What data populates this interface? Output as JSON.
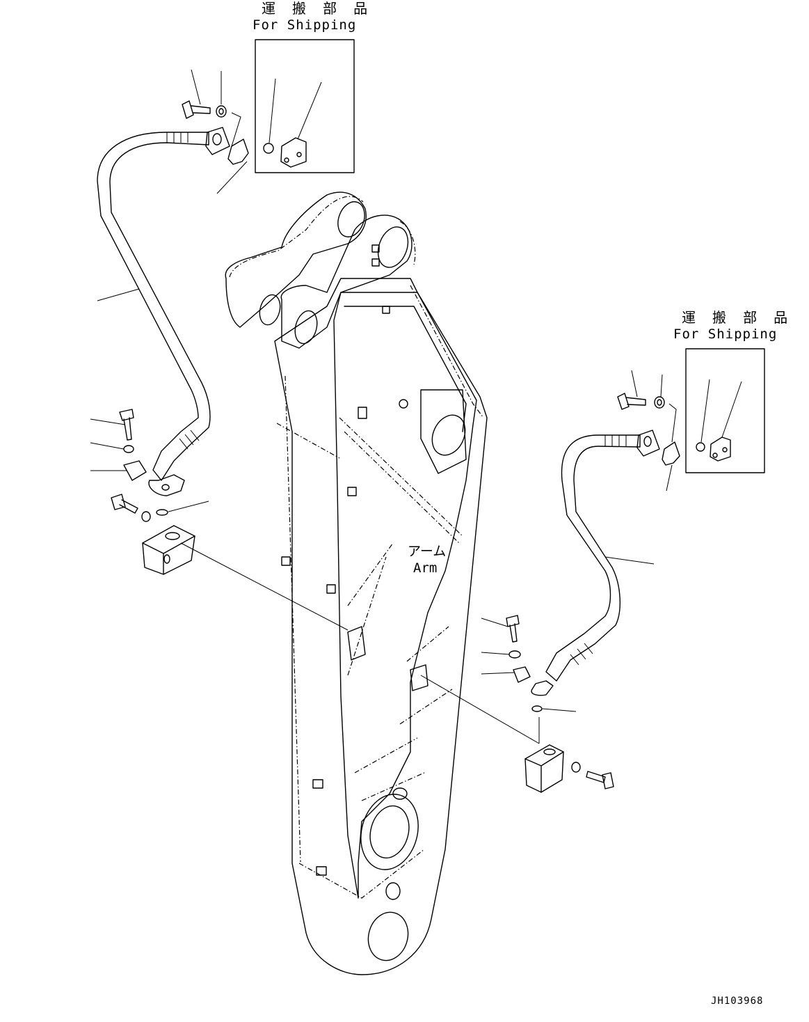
{
  "labels": {
    "shipping_jp_left": "運 搬 部 品",
    "shipping_en_left": "For Shipping",
    "shipping_jp_right": "運 搬 部 品",
    "shipping_en_right": "For Shipping",
    "arm_jp": "アーム",
    "arm_en": "Arm",
    "drawing_code": "JH103968"
  },
  "colors": {
    "line": "#000000",
    "background": "#ffffff"
  }
}
